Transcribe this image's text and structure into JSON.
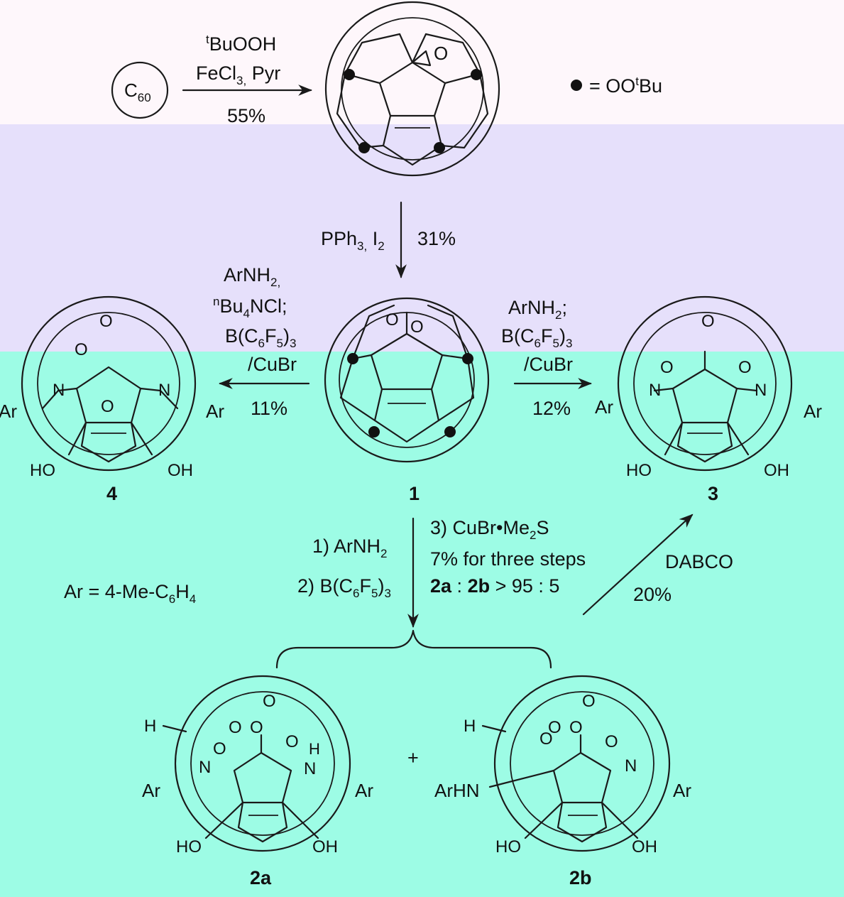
{
  "colors": {
    "band_top": "#FEF7FB",
    "band_mid": "#E6E0FB",
    "band_bottom": "#9DFCE5"
  },
  "reagents": {
    "step1_top": "tBuOOH",
    "step1_mid": "FeCl3, Pyr",
    "step1_yield": "55%",
    "c60": "C60",
    "legend": "= OOtBu",
    "step2_left": "PPh3, I2",
    "step2_yield": "31%",
    "left_line1": "ArNH2,",
    "left_line2": "nBu4NCl;",
    "left_line3": "B(C6F5)3",
    "left_line4": "/CuBr",
    "left_yield": "11%",
    "right_line1": "ArNH2;",
    "right_line2": "B(C6F5)3",
    "right_line3": "/CuBr",
    "right_yield": "12%",
    "down_1": "1) ArNH2",
    "down_2": "2) B(C6F5)3",
    "down_3": "3) CuBr•Me2S",
    "down_4": "7% for three steps",
    "ratio": "2a : 2b > 95 : 5",
    "ar_def": "Ar = 4-Me-C6H4",
    "dabco": "DABCO",
    "dabco_yield": "20%",
    "plus": "+"
  },
  "compounds": {
    "c1": "1",
    "c2a": "2a",
    "c2b": "2b",
    "c3": "3",
    "c4": "4"
  },
  "atoms": {
    "O": "O",
    "N": "N",
    "Ar": "Ar",
    "HO": "HO",
    "OH": "OH",
    "H": "H",
    "ArHN": "ArHN"
  }
}
